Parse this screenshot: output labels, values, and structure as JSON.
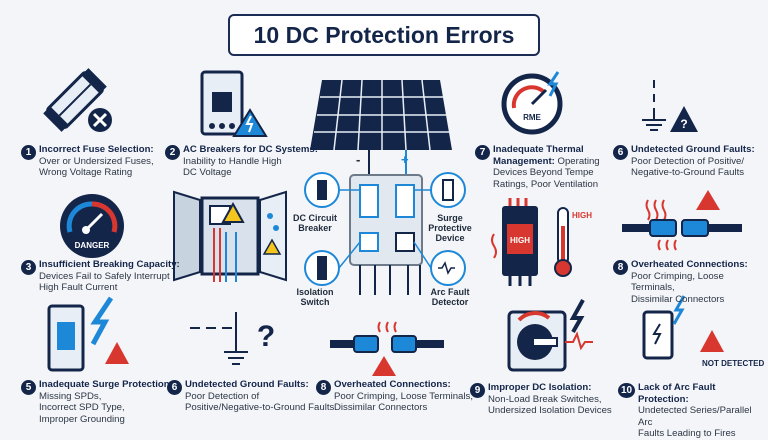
{
  "title": "10 DC Protection Errors",
  "items": [
    {
      "num": "1",
      "title": "Incorrect Fuse Selection:",
      "desc": "Over or Undersized Fuses,\nWrong Voltage Rating"
    },
    {
      "num": "2",
      "title": "AC Breakers for DC Systems:",
      "desc": "Inability to Handle High\nDC Voltage"
    },
    {
      "num": "3",
      "title": "Insufficient Breaking Capacity:",
      "desc": "Devices Fail to Safely Interrupt\nHigh Fault Current"
    },
    {
      "num": "7",
      "title": "Inadequate Thermal",
      "title2": "Management:",
      "desc2": " Operating",
      "desc": "Devices Beyond Tempe\nRatings, Poor Ventilation"
    },
    {
      "num": "6",
      "title": "Undetected Ground Faults:",
      "desc": "Poor Detection of Positive/\nNegative-to-Ground Faults"
    },
    {
      "num": "8",
      "title": "Overheated Connections:",
      "desc": "Poor Crimping, Loose Terminals,\nDissimilar Connectors"
    },
    {
      "num": "5",
      "title": "Inadequate Surge Protection:",
      "desc": "Missing SPDs,\nIncorrect SPD Type,\nImproper Grounding"
    },
    {
      "num": "6",
      "title": "Undetected Ground Faults:",
      "desc": "Poor Detection of\nPositive/Negative-to-Ground Faults"
    },
    {
      "num": "8",
      "title": "Overheated Connections:",
      "desc": "Poor Crimping, Loose Terminals,\nDissimilar Connectors"
    },
    {
      "num": "9",
      "title": "Improper DC Isolation:",
      "desc": "Non-Load Break Switches,\nUndersized Isolation Devices"
    },
    {
      "num": "10",
      "title": "Lack of Arc Fault Protection:",
      "desc": "Undetected Series/Parallel Arc\nFaults Leading to Fires"
    }
  ],
  "center": {
    "minus": "-",
    "plus": "+",
    "dc_breaker": "DC Circuit\nBreaker",
    "spd": "Surge\nProtective\nDevice",
    "isolation": "Isolation\nSwitch",
    "arc": "Arc Fault\nDetector"
  },
  "icon_text": {
    "danger": "DANGER",
    "rme": "RME",
    "high": "HIGH",
    "high2": "HIGH",
    "not_detected": "NOT DETECTED",
    "question": "?"
  },
  "colors": {
    "navy": "#14254a",
    "blue": "#1e88d8",
    "red": "#d8372f",
    "yellow": "#f4c51c"
  }
}
